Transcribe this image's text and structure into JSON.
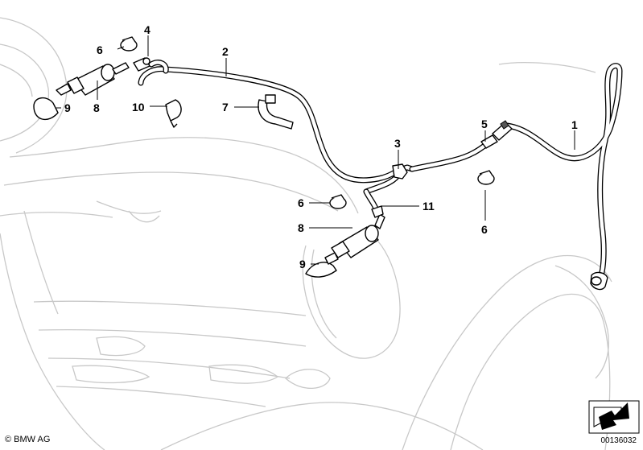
{
  "callouts": {
    "c1": "1",
    "c2": "2",
    "c3": "3",
    "c4": "4",
    "c5": "5",
    "c6a": "6",
    "c6b": "6",
    "c6c": "6",
    "c7": "7",
    "c8a": "8",
    "c8b": "8",
    "c9a": "9",
    "c9b": "9",
    "c10": "10",
    "c11": "11"
  },
  "footer": {
    "copyright": "© BMW AG",
    "drawing_number": "00136032"
  }
}
